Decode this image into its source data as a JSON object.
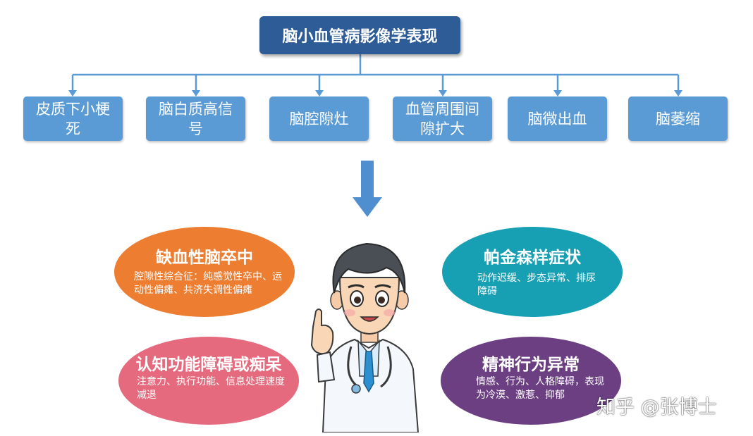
{
  "title": "脑小血管病影像学表现",
  "items": [
    {
      "label": "皮质下小梗死"
    },
    {
      "label": "脑白质高信号"
    },
    {
      "label": "脑腔隙灶"
    },
    {
      "label": "血管周围间隙扩大"
    },
    {
      "label": "脑微出血"
    },
    {
      "label": "脑萎缩"
    }
  ],
  "bubbles": [
    {
      "title": "缺血性脑卒中",
      "text": "腔隙性综合征：纯感觉性卒中、运动性偏瘫、共济失调性偏瘫",
      "color": "#ec7d31"
    },
    {
      "title": "帕金森样症状",
      "text": "动作迟缓、步态异常、排尿障碍",
      "color": "#17a0b4"
    },
    {
      "title": "认知功能障碍或痴呆",
      "text": "注意力、执行功能、信息处理速度减退",
      "color": "#e56a7d"
    },
    {
      "title": "精神行为异常",
      "text": "情感、行为、人格障碍，表现为冷漠、激惹、抑郁",
      "color": "#6b3f82"
    }
  ],
  "watermark": "知乎 @张博士",
  "colors": {
    "title_box": "#2e5c97",
    "item_box": "#5b9bd5",
    "connector": "#5b9bd5"
  }
}
